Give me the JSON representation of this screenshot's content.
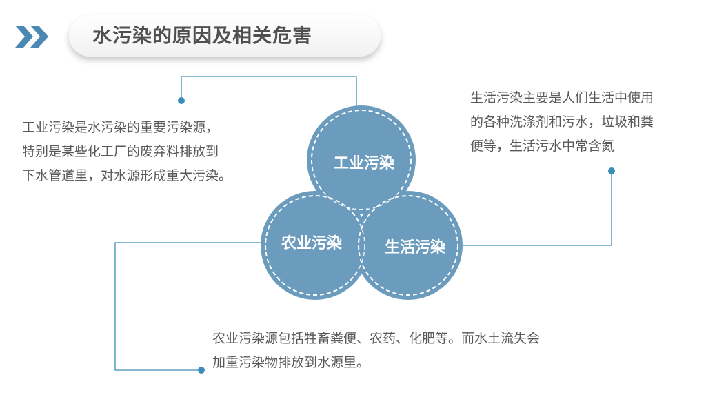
{
  "header": {
    "title": "水污染的原因及相关危害"
  },
  "icons": {
    "header_marker": "double-chevron-right-icon"
  },
  "diagram": {
    "circles": [
      {
        "id": "industrial",
        "label": "工业污染"
      },
      {
        "id": "agricultural",
        "label": "农业污染"
      },
      {
        "id": "domestic",
        "label": "生活污染"
      }
    ]
  },
  "descriptions": {
    "industrial": [
      "工业污染是水污染的重要污染源，",
      "特别是某些化工厂的废弃料排放到",
      "下水管道里，对水源形成重大污染。"
    ],
    "domestic": [
      "生活污染主要是人们生活中使用",
      "的各种洗涤剂和污水，垃圾和粪",
      "便等，生活污水中常含氮"
    ],
    "agricultural": [
      "农业污染源包括牲畜粪便、农药、化肥等。而水土流失会",
      "加重污染物排放到水源里。"
    ]
  },
  "colors": {
    "circle_fill": "#6b9cbd",
    "connector": "#3a8db8",
    "dash": "#ffffff",
    "chevron": "#4b88b3"
  }
}
